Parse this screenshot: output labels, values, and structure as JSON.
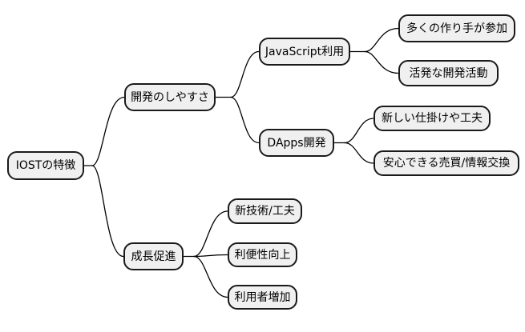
{
  "diagram": {
    "type": "mindmap",
    "background": "#ffffff",
    "node_fill": "#f0f0f0",
    "node_border": "#1a1a1a",
    "line_color": "#000000",
    "text_color": "#000000"
  },
  "nodes": {
    "iost": {
      "label": "IOSTの特徴"
    },
    "dev": {
      "label": "開発のしやすさ"
    },
    "js": {
      "label": "JavaScript利用"
    },
    "js1": {
      "label": "多くの作り手が参加"
    },
    "js2": {
      "label": "活発な開発活動"
    },
    "dapps": {
      "label": "DApps開発"
    },
    "dapps1": {
      "label": "新しい仕掛けや工夫"
    },
    "dapps2": {
      "label": "安心できる売買/情報交換"
    },
    "growth": {
      "label": "成長促進"
    },
    "growth1": {
      "label": "新技術/工夫"
    },
    "growth2": {
      "label": "利便性向上"
    },
    "growth3": {
      "label": "利用者増加"
    }
  },
  "edges": [
    [
      "iost",
      "dev"
    ],
    [
      "iost",
      "growth"
    ],
    [
      "dev",
      "js"
    ],
    [
      "dev",
      "dapps"
    ],
    [
      "js",
      "js1"
    ],
    [
      "js",
      "js2"
    ],
    [
      "dapps",
      "dapps1"
    ],
    [
      "dapps",
      "dapps2"
    ],
    [
      "growth",
      "growth1"
    ],
    [
      "growth",
      "growth2"
    ],
    [
      "growth",
      "growth3"
    ]
  ]
}
